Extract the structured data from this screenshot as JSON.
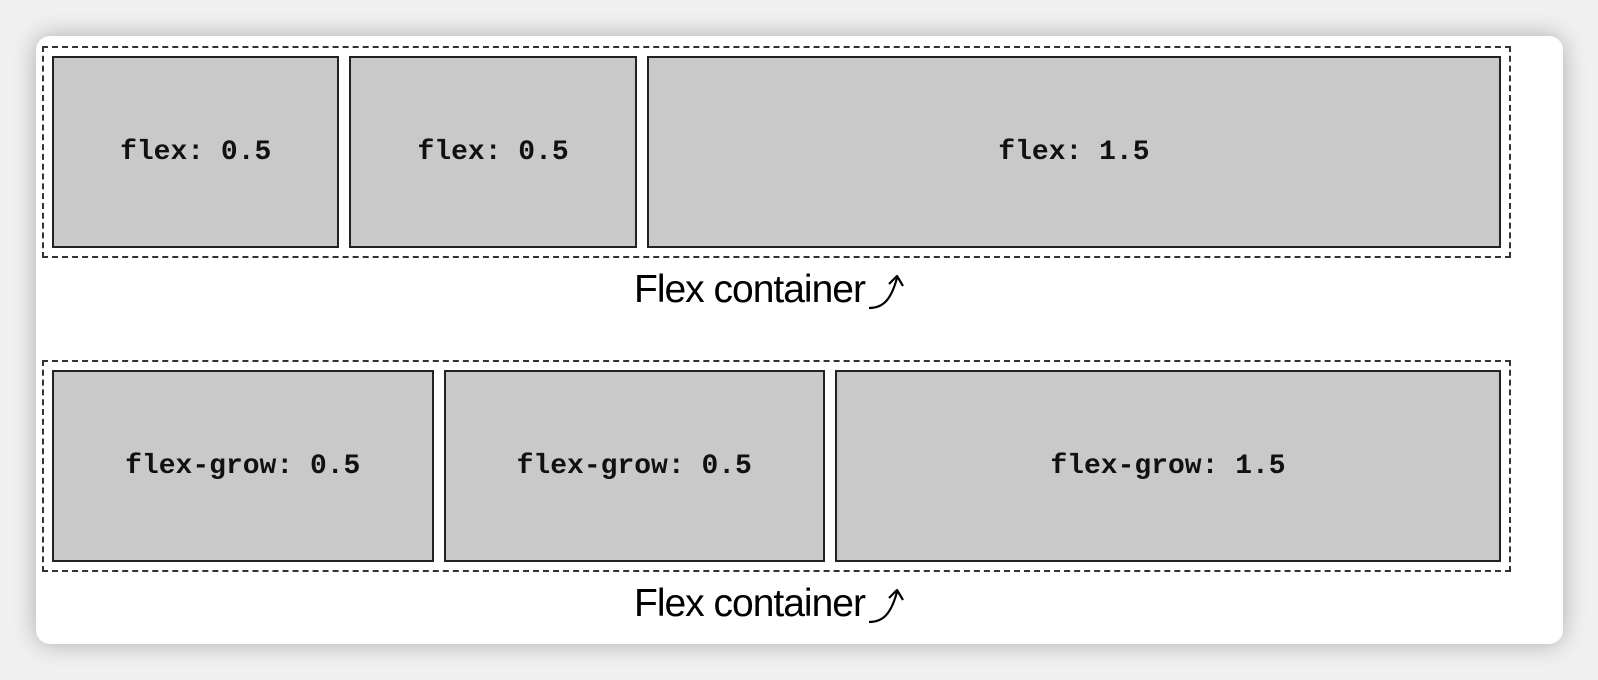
{
  "diagrams": [
    {
      "items": [
        {
          "label": "flex: 0.5",
          "grow": 0.5
        },
        {
          "label": "flex: 0.5",
          "grow": 0.5
        },
        {
          "label": "flex: 1.5",
          "grow": 1.5
        }
      ],
      "caption": "Flex container"
    },
    {
      "items": [
        {
          "label": "flex-grow: 0.5",
          "grow": 0.5
        },
        {
          "label": "flex-grow: 0.5",
          "grow": 0.5
        },
        {
          "label": "flex-grow: 1.5",
          "grow": 1.5
        }
      ],
      "caption": "Flex container"
    }
  ],
  "colors": {
    "item_fill": "#c9c9c9",
    "item_border": "#222222",
    "container_border": "#333333"
  },
  "icons": {
    "caption_arrow": "curved-arrow-up-icon"
  }
}
